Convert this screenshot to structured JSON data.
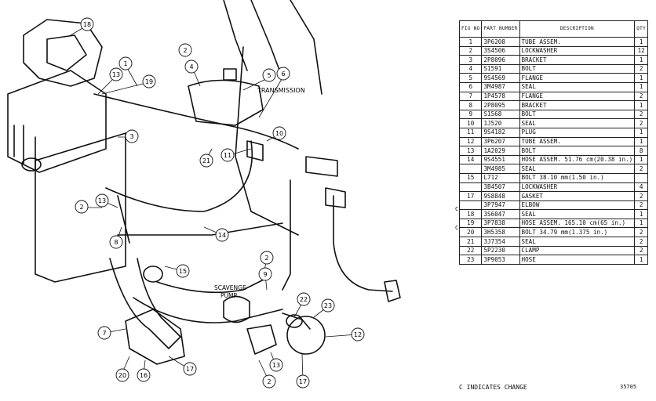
{
  "diagram": {
    "callouts": [
      "18",
      "2",
      "13",
      "19",
      "4",
      "5",
      "6",
      "3",
      "1",
      "10",
      "21",
      "11",
      "2",
      "13",
      "8",
      "14",
      "15",
      "2",
      "9",
      "7",
      "22",
      "23",
      "12",
      "20",
      "16",
      "17",
      "13",
      "2",
      "17"
    ],
    "labels": {
      "transmission": "TRANSMISSION",
      "scavenge_pump": "SCAVENGE\nPUMP"
    }
  },
  "parts_table": {
    "headers": [
      "FIG NO",
      "PART NUMBER",
      "DESCRIPTION",
      "QTY"
    ],
    "rows": [
      {
        "no": "1",
        "pn": "3P6208",
        "desc": "TUBE ASSEM.",
        "qty": "1"
      },
      {
        "no": "2",
        "pn": "3S4506",
        "desc": "LOCKWASHER",
        "qty": "12"
      },
      {
        "no": "3",
        "pn": "2P8096",
        "desc": "BRACKET",
        "qty": "1"
      },
      {
        "no": "4",
        "pn": "S1591",
        "desc": "BOLT",
        "qty": "2"
      },
      {
        "no": "5",
        "pn": "9S4569",
        "desc": "FLANGE",
        "qty": "1"
      },
      {
        "no": "6",
        "pn": "3M4987",
        "desc": "SEAL",
        "qty": "1"
      },
      {
        "no": "7",
        "pn": "1P4578",
        "desc": "FLANGE",
        "qty": "2"
      },
      {
        "no": "8",
        "pn": "2P8095",
        "desc": "BRACKET",
        "qty": "1"
      },
      {
        "no": "9",
        "pn": "S1568",
        "desc": "BOLT",
        "qty": "2"
      },
      {
        "no": "10",
        "pn": "1J520",
        "desc": "SEAL",
        "qty": "2"
      },
      {
        "no": "11",
        "pn": "9S4182",
        "desc": "PLUG",
        "qty": "1"
      },
      {
        "no": "12",
        "pn": "3P6207",
        "desc": "TUBE ASSEM.",
        "qty": "1"
      },
      {
        "no": "13",
        "pn": "1A2029",
        "desc": "BOLT",
        "qty": "8"
      },
      {
        "no": "14",
        "pn": "9S4551",
        "desc": "HOSE ASSEM.  51.76 cm(20.38 in.)",
        "qty": "1"
      },
      {
        "no": "",
        "pn": "3M4985",
        "desc": "SEAL",
        "qty": "2"
      },
      {
        "no": "15",
        "pn": "L712",
        "desc": "BOLT  38.10 mm(1.50 in.)",
        "qty": ""
      },
      {
        "no": "",
        "pn": "3B4507",
        "desc": "LOCKWASHER",
        "qty": "4"
      },
      {
        "no": "17",
        "pn": "9S8848",
        "desc": "GASKET",
        "qty": "2"
      },
      {
        "no": "",
        "pn": "3P7947",
        "desc": "ELBOW",
        "qty": "2"
      },
      {
        "no": "18",
        "pn": "3S6047",
        "desc": "SEAL",
        "qty": "1"
      },
      {
        "no": "19",
        "pn": "3P7838",
        "desc": "HOSE ASSEM.  165.10 cm(65 in.)",
        "qty": "1"
      },
      {
        "no": "20",
        "pn": "3H5358",
        "desc": "BOLT  34.79 mm(1.375 in.)",
        "qty": "2"
      },
      {
        "no": "21",
        "pn": "3J7354",
        "desc": "SEAL",
        "qty": "2"
      },
      {
        "no": "22",
        "pn": "5P2230",
        "desc": "CLAMP",
        "qty": "2"
      },
      {
        "no": "23",
        "pn": "3P9053",
        "desc": "HOSE",
        "qty": "1"
      }
    ],
    "change_marks": [
      "C",
      "C"
    ]
  },
  "footer": {
    "change_note": "C INDICATES CHANGE",
    "figure_id": "35705"
  }
}
